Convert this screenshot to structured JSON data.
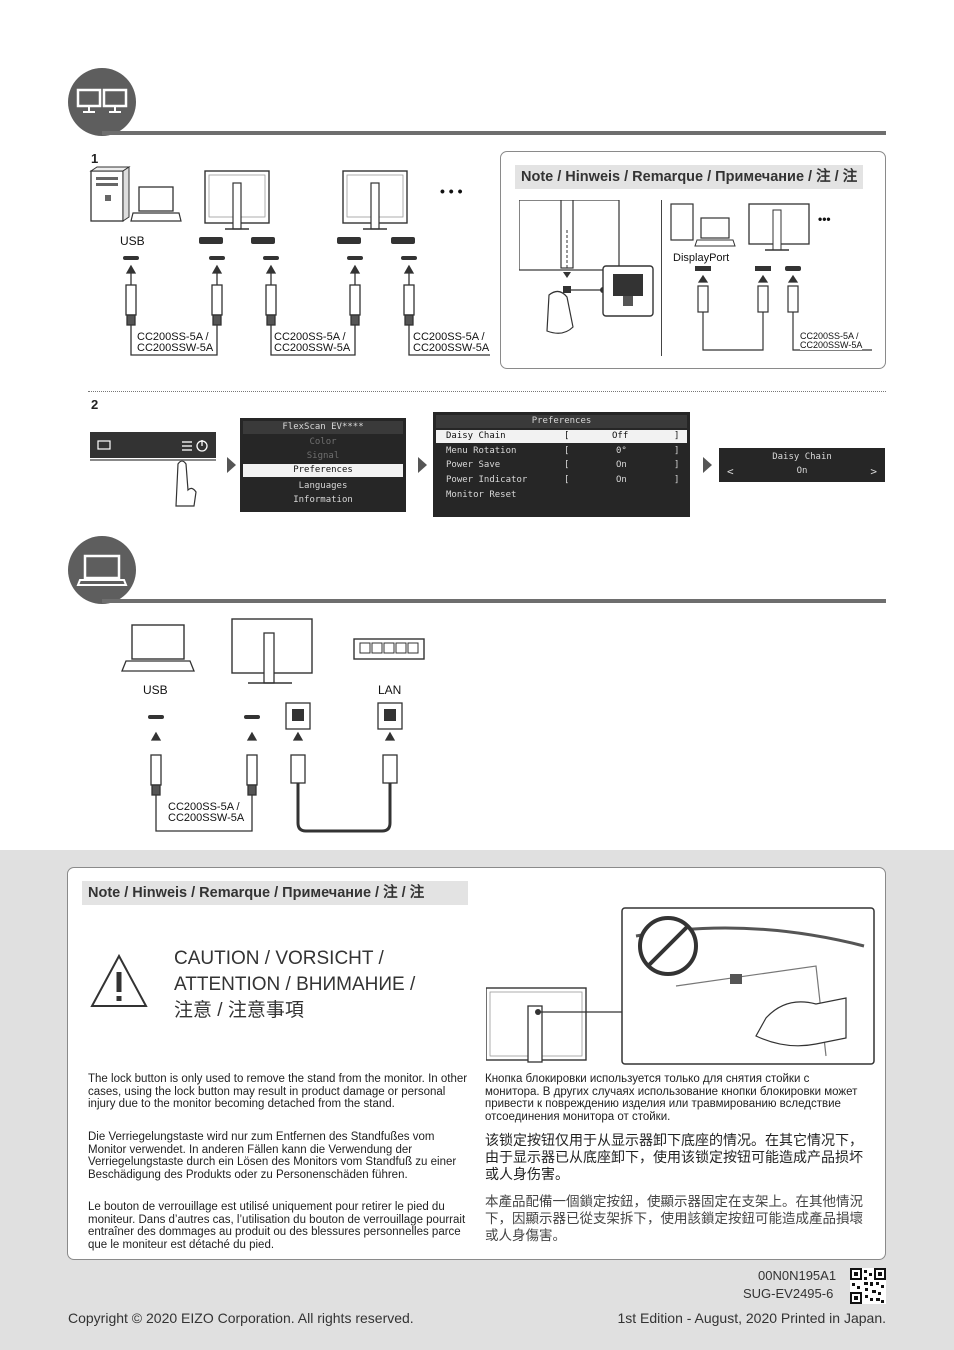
{
  "section_labels": {
    "step1": "1",
    "step2": "2"
  },
  "step1": {
    "usb_label": "USB",
    "cable_label_1": "CC200SS-5A /\nCC200SSW-5A",
    "cable_label_2": "CC200SS-5A /\nCC200SSW-5A",
    "cable_label_3": "CC200SS-5A /\nCC200SSW-5A",
    "ellipsis": "• • •"
  },
  "note_top": {
    "title": "Note / Hinweis / Remarque / Примечание / 注 / 注",
    "displayport_label": "DisplayPort",
    "cable_label": "CC200SS-5A /\nCC200SSW-5A",
    "ellipsis": "•••"
  },
  "step2": {
    "menu": {
      "title": "FlexScan EV****",
      "items": [
        "Color",
        "Signal",
        "Preferences",
        "Languages",
        "Information"
      ],
      "selected": "Preferences"
    },
    "preferences": {
      "title": "Preferences",
      "rows": [
        {
          "name": "Daisy Chain",
          "open": "[",
          "value": "Off",
          "close": "]"
        },
        {
          "name": "Menu Rotation",
          "open": "[",
          "value": "0°",
          "close": "]"
        },
        {
          "name": "Power Save",
          "open": "[",
          "value": "On",
          "close": "]"
        },
        {
          "name": "Power Indicator",
          "open": "[",
          "value": "On",
          "close": "]"
        },
        {
          "name": "Monitor Reset",
          "open": "",
          "value": "",
          "close": ""
        }
      ]
    },
    "daisy": {
      "title": "Daisy Chain",
      "prev": "<",
      "value": "On",
      "next": ">"
    }
  },
  "laptop_section": {
    "usb_label": "USB",
    "lan_label": "LAN",
    "cable_label": "CC200SS-5A /\nCC200SSW-5A"
  },
  "note_bottom": {
    "title": "Note / Hinweis / Remarque / Примечание / 注 / 注",
    "caution_lines": [
      "CAUTION / VORSICHT /",
      "ATTENTION / ВНИМАНИЕ /",
      "注意 / 注意事項"
    ],
    "text_en": "The lock button is only used to remove the stand from the monitor. In other cases, using the lock button may result in product damage or personal injury due to the monitor becoming detached from the stand.",
    "text_de": "Die Verriegelungstaste wird nur zum Entfernen des Standfußes vom Monitor verwendet. In anderen Fällen kann die Verwendung der Verriegelungstaste durch ein Lösen des Monitors vom Standfuß zu einer Beschädigung des Produkts oder zu Personenschäden führen.",
    "text_fr": "Le bouton de verrouillage est utilisé uniquement pour retirer le pied du moniteur. Dans d’autres cas, l’utilisation du bouton de verrouillage pourrait entraîner des dommages au produit ou des blessures personnelles parce que le moniteur est détaché du pied.",
    "text_ru": "Кнопка блокировки используется только для снятия стойки с монитора. В других случаях использование кнопки блокировки может привести к повреждению изделия или травмированию вследствие отсоединения монитора от  стойки.",
    "text_zh_cn": "该锁定按钮仅用于从显示器卸下底座的情况。在其它情况下，由于显示器已从底座卸下，使用该锁定按钮可能造成产品损坏或人身伤害。",
    "text_zh_tw": "本產品配備一個鎖定按鈕，使顯示器固定在支架上。在其他情況下，因顯示器已從支架拆下，使用該鎖定按鈕可能造成產品損壞或人身傷害。"
  },
  "doc_codes": {
    "code1": "00N0N195A1",
    "code2": "SUG-EV2495-6"
  },
  "footer": {
    "copyright": "Copyright © 2020 EIZO Corporation. All rights reserved.",
    "edition": "1st Edition - August, 2020 Printed in Japan."
  },
  "colors": {
    "dark_gray": "#5e5e5e",
    "rule_gray": "#6e6e6e",
    "note_bg": "#e3e3e3",
    "band_bg": "#e0e0e0",
    "osd_bg": "#262626"
  }
}
